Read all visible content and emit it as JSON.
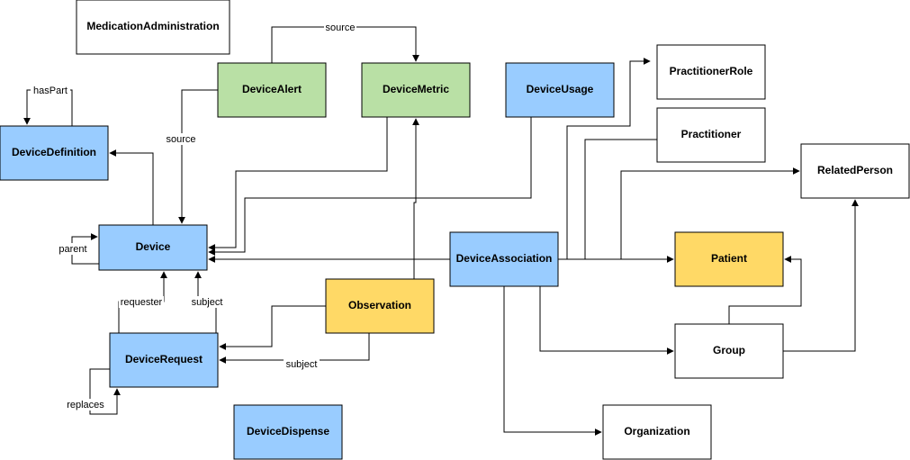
{
  "palette": {
    "blue": "#99ccff",
    "green": "#b9e0a5",
    "yellow": "#ffd966",
    "white": "#ffffff",
    "stroke": "#000000"
  },
  "nodes": {
    "medication_administration": {
      "label": "MedicationAdministration",
      "color": "#ffffff"
    },
    "device_alert": {
      "label": "DeviceAlert",
      "color": "#b9e0a5"
    },
    "device_metric": {
      "label": "DeviceMetric",
      "color": "#b9e0a5"
    },
    "device_usage": {
      "label": "DeviceUsage",
      "color": "#99ccff"
    },
    "practitioner_role": {
      "label": "PractitionerRole",
      "color": "#ffffff"
    },
    "device_definition": {
      "label": "DeviceDefinition",
      "color": "#99ccff"
    },
    "practitioner": {
      "label": "Practitioner",
      "color": "#ffffff"
    },
    "related_person": {
      "label": "RelatedPerson",
      "color": "#ffffff"
    },
    "device": {
      "label": "Device",
      "color": "#99ccff"
    },
    "device_association": {
      "label": "DeviceAssociation",
      "color": "#99ccff"
    },
    "patient": {
      "label": "Patient",
      "color": "#ffd966"
    },
    "observation": {
      "label": "Observation",
      "color": "#ffd966"
    },
    "device_request": {
      "label": "DeviceRequest",
      "color": "#99ccff"
    },
    "group": {
      "label": "Group",
      "color": "#ffffff"
    },
    "device_dispense": {
      "label": "DeviceDispense",
      "color": "#99ccff"
    },
    "organization": {
      "label": "Organization",
      "color": "#ffffff"
    }
  },
  "edge_labels": {
    "source_alert_metric": "source",
    "has_part": "hasPart",
    "source_alert_device": "source",
    "parent": "parent",
    "requester": "requester",
    "subject_request_device": "subject",
    "subject_observation_request": "subject",
    "replaces": "replaces"
  }
}
